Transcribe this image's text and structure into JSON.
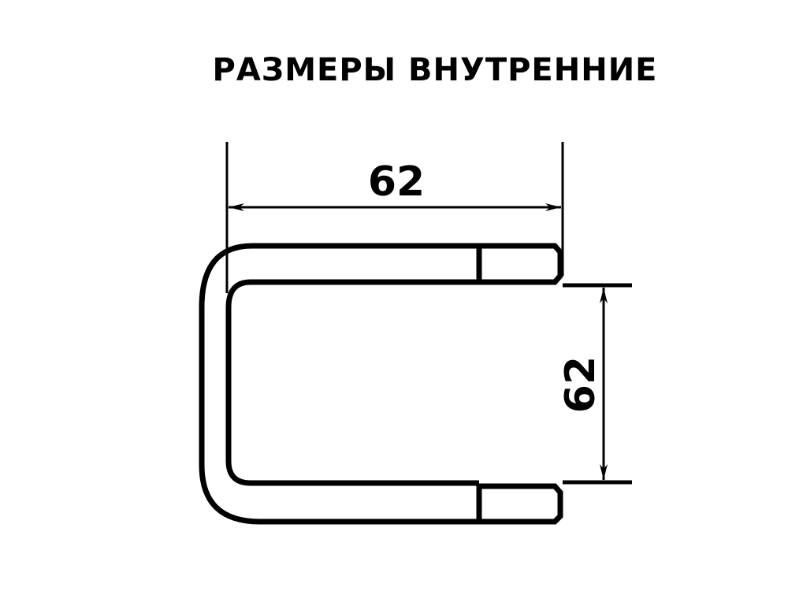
{
  "title": "РАЗМЕРЫ ВНУТРЕННИЕ",
  "dimensions": {
    "width_label": "62",
    "height_label": "62"
  },
  "colors": {
    "line": "#000000",
    "background": "#ffffff"
  }
}
